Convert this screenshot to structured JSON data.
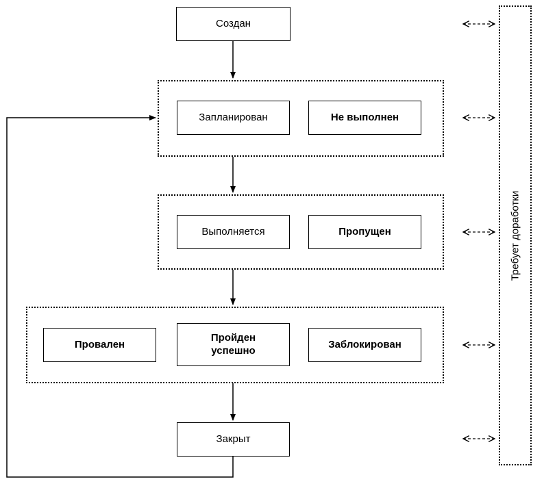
{
  "diagram": {
    "nodes": {
      "created": "Создан",
      "scheduled": "Запланирован",
      "not_performed": "Не выполнен",
      "in_progress": "Выполняется",
      "skipped": "Пропущен",
      "failed": "Провален",
      "passed_line1": "Пройден",
      "passed_line2": "успешно",
      "blocked": "Заблокирован",
      "closed": "Закрыт",
      "needs_rework": "Требует доработки"
    },
    "colors": {
      "line": "#000000",
      "node_background": "#ffffff",
      "canvas_background": "#ffffff"
    }
  }
}
